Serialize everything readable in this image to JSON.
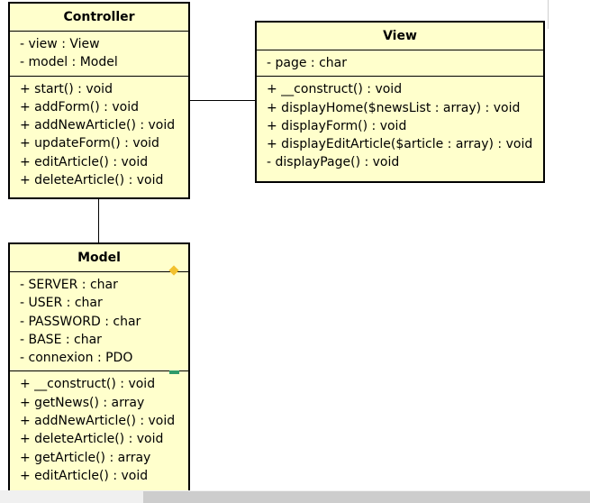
{
  "classes": {
    "controller": {
      "name": "Controller",
      "attributes": [
        "- view : View",
        "- model : Model"
      ],
      "methods": [
        "+ start() : void",
        "+ addForm() : void",
        "+ addNewArticle() : void",
        "+ updateForm() : void",
        "+ editArticle() : void",
        "+ deleteArticle() : void"
      ]
    },
    "view": {
      "name": "View",
      "attributes": [
        "- page : char"
      ],
      "methods": [
        "+ __construct() : void",
        "+ displayHome($newsList : array) : void",
        "+ displayForm() : void",
        "+ displayEditArticle($article : array) : void",
        "- displayPage() : void"
      ]
    },
    "model": {
      "name": "Model",
      "attributes": [
        "- SERVER : char",
        "- USER : char",
        "- PASSWORD : char",
        "- BASE : char",
        "- connexion : PDO"
      ],
      "methods": [
        "+ __construct() : void",
        "+ getNews() : array",
        "+ addNewArticle() : void",
        "+ deleteArticle() : void",
        "+ getArticle() : array",
        "+ editArticle() : void"
      ]
    }
  },
  "colors": {
    "class_fill": "#ffffcc",
    "border": "#000000",
    "diamond": "#f2c12e",
    "marker": "#2e9b6a"
  }
}
